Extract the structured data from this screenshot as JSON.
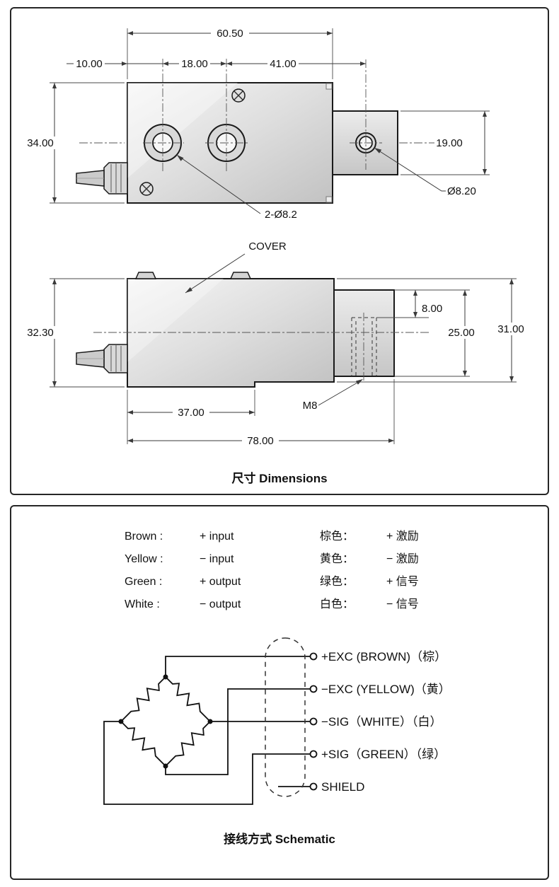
{
  "dimensions_panel": {
    "caption": "尺寸 Dimensions",
    "top_view": {
      "dim_width_top": "60.50",
      "dim_left_offset": "10.00",
      "dim_hole_spacing": "18.00",
      "dim_right_span": "41.00",
      "dim_body_height": "34.00",
      "dim_tab_height": "19.00",
      "label_tab_hole": "Ø8.20",
      "label_mount_holes": "2-Ø8.2"
    },
    "side_view": {
      "label_cover": "COVER",
      "dim_body_height": "32.30",
      "dim_hole_offset": "8.00",
      "dim_extension_height": "25.00",
      "dim_right_height": "31.00",
      "dim_bottom_left": "37.00",
      "label_thread": "M8",
      "dim_total_length": "78.00"
    }
  },
  "schematic_panel": {
    "caption": "接线方式 Schematic",
    "legend": [
      {
        "en_label": "Brown :",
        "en_value": "+ input",
        "zh_label": "棕色：",
        "zh_value": "+ 激励"
      },
      {
        "en_label": "Yellow :",
        "en_value": "− input",
        "zh_label": "黄色：",
        "zh_value": "− 激励"
      },
      {
        "en_label": "Green :",
        "en_value": "+ output",
        "zh_label": "绿色：",
        "zh_value": "+ 信号"
      },
      {
        "en_label": "White :",
        "en_value": "− output",
        "zh_label": "白色：",
        "zh_value": "− 信号"
      }
    ],
    "terminals": [
      {
        "label": "+EXC (BROWN)（棕）"
      },
      {
        "label": "−EXC (YELLOW)（黄）"
      },
      {
        "label": "−SIG（WHITE）（白）"
      },
      {
        "label": "+SIG（GREEN）（绿）"
      },
      {
        "label": "SHIELD"
      }
    ]
  }
}
